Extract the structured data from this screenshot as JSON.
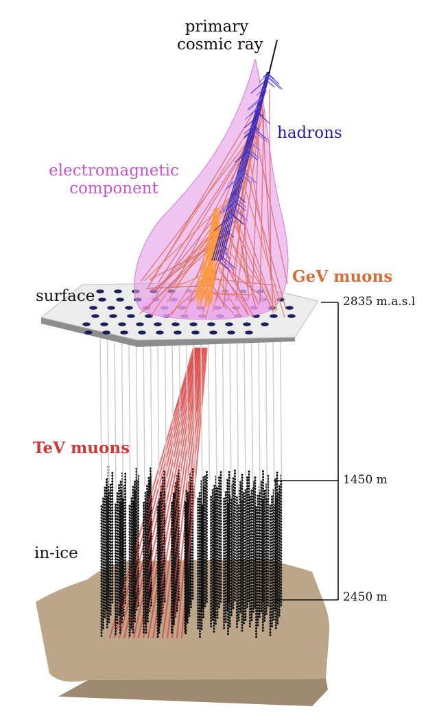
{
  "labels": {
    "primary_line1": "primary",
    "primary_line2": "cosmic ray",
    "hadrons": "hadrons",
    "em_line1": "electromagnetic",
    "em_line2": "component",
    "gev_muons": "GeV muons",
    "tev_muons": "TeV muons",
    "surface": "surface",
    "in_ice": "in-ice"
  },
  "depth_scale": {
    "surface_elevation": "2835 m.a.s.l",
    "top_depth": "1450 m",
    "bottom_depth": "2450 m"
  },
  "colors": {
    "hadrons": "#2a1aa8",
    "electromagnetic": "#e39ae6",
    "gev_muons": "#e27d4a",
    "tev_muons": "#d94040",
    "ice_ground": "#bba68a",
    "surface_plate": "#ececec",
    "tank": "#1a1f5a",
    "sensor_string": "#111111"
  }
}
